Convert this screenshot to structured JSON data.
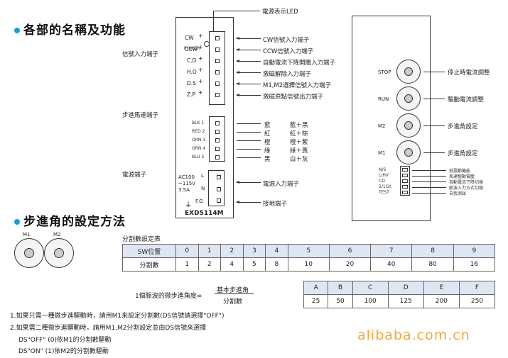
{
  "section1": {
    "title": "各部的名稱及功能"
  },
  "section2": {
    "title": "步進角的設定方法"
  },
  "device": {
    "top_label": "電源表示LED",
    "model": "EXD5114M",
    "power_label": "POWER",
    "left_labels": [
      "信號入力端子",
      "步進馬達端子",
      "電源端子"
    ],
    "signal_pins": [
      "CW",
      "CCW",
      "C.D",
      "H.O",
      "D.S",
      "Z.P"
    ],
    "signal_desc": [
      "CW信號入力端子",
      "CCW信號入力端子",
      "自動電流下降開關入力端子",
      "激磁解除入力端子",
      "M1,M2選擇信號入力端子",
      "激磁原點信號出力端子"
    ],
    "motor_pins": [
      "BLK 1",
      "RED 2",
      "ORN 3",
      "GRN 4",
      "BLU 5"
    ],
    "motor_colors": [
      "藍",
      "紅",
      "橙",
      "綠",
      "黑"
    ],
    "motor_desc": [
      "藍＋黑",
      "紅＋棕",
      "橙＋紫",
      "綠＋黃",
      "白＋灰"
    ],
    "ac_label": "AC100\n~115V\n3.5A",
    "power_pins": [
      "L",
      "N",
      "F.G"
    ],
    "power_desc": [
      "電源入力端子",
      "接地端子"
    ]
  },
  "panel": {
    "dial_labels": [
      "STOP",
      "RUN",
      "M2",
      "M1"
    ],
    "dial_desc": [
      "停止時電流調整",
      "驅動電流調整",
      "步進角設定",
      "步進角設定"
    ],
    "switch_labels": [
      "N/S",
      "L/HV",
      "CD",
      "2/1CK",
      "TEST"
    ],
    "switch_desc": [
      "低震動機能",
      "馬達驅動電壓",
      "自動電流下降切換",
      "脈波入力方式切換",
      "自我測試"
    ]
  },
  "dials_small": {
    "labels": [
      "M1",
      "M2"
    ]
  },
  "table": {
    "caption": "分割數設定表",
    "row1_header": "SW位置",
    "row2_header": "分割數",
    "positions": [
      "0",
      "1",
      "2",
      "3",
      "4",
      "5",
      "6",
      "7",
      "8",
      "9"
    ],
    "divisions": [
      "1",
      "2",
      "4",
      "5",
      "8",
      "10",
      "20",
      "40",
      "80",
      "16"
    ],
    "positions2": [
      "A",
      "B",
      "C",
      "D",
      "E",
      "F"
    ],
    "divisions2": [
      "25",
      "50",
      "100",
      "125",
      "200",
      "250"
    ]
  },
  "formula": {
    "left": "1個脈波的微步進角度=",
    "numerator": "基本步進角",
    "denominator": "分割數"
  },
  "notes": [
    "1.如果只需一種微步進驅動時，請用M1來設定分割數(DS信號請選擇\"OFF\")",
    "2.如果需二種微步進驅動時，請用M1,M2分割設定並由DS信號來選擇",
    "DS\"OFF\"   (0)依M1的分割數驅動",
    "DS\"ON\"   (1)依M2的分割數驅動"
  ],
  "watermark": "alibaba.com.cn"
}
